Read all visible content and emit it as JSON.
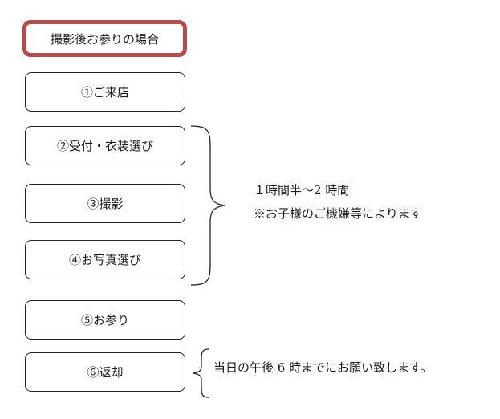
{
  "title": "撮影後お参りの場合",
  "steps": [
    "①ご来店",
    "②受付・衣装選び",
    "③撮影",
    "④お写真選び",
    "⑤お参り",
    "⑥返却"
  ],
  "notes": {
    "duration": "１時間半～2 時間",
    "duration_note": "※お子様のご機嫌等によります",
    "return_note": "当日の午後 6 時までにお願い致します。"
  },
  "colors": {
    "title_border": "#b94a4a",
    "box_border": "#222222"
  }
}
